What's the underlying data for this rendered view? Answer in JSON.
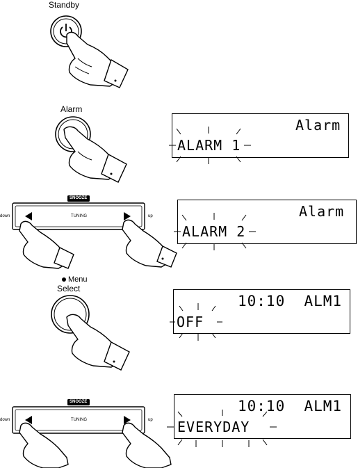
{
  "steps": [
    {
      "button_label": "Standby"
    },
    {
      "button_label": "Alarm",
      "display": {
        "line1": "Alarm",
        "line2": "ALARM 1"
      }
    },
    {
      "snooze_label": "SNOOZE",
      "tuning_label": "TUNING",
      "down_label": "down",
      "up_label": "up",
      "display": {
        "line1": "Alarm",
        "line2": "ALARM 2"
      }
    },
    {
      "menu_label": "Menu",
      "button_label": "Select",
      "display": {
        "line1": "10:10  ALM1",
        "line2": "OFF"
      }
    },
    {
      "snooze_label": "SNOOZE",
      "tuning_label": "TUNING",
      "down_label": "down",
      "up_label": "up",
      "display": {
        "line1": "10:10  ALM1",
        "line2": "EVERYDAY"
      }
    }
  ]
}
